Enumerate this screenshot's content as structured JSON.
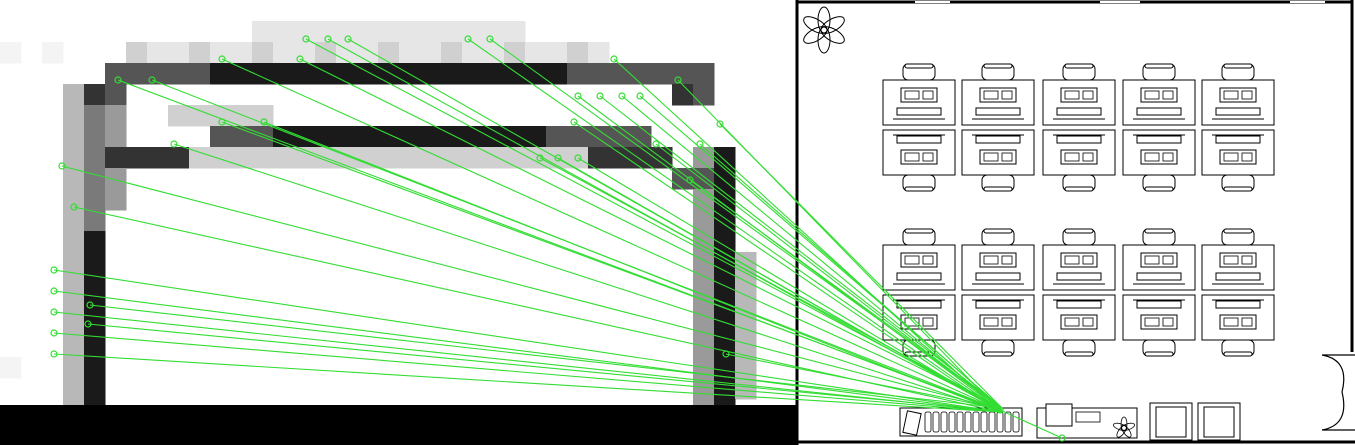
{
  "left_panel": {
    "description_name": "zoomed-pixelated-crop",
    "pixel_colors": [
      "#ffffff",
      "#f4f4f4",
      "#e6e6e6",
      "#d0d0d0",
      "#b8b8b8",
      "#9a9a9a",
      "#7a7a7a",
      "#555555",
      "#333333",
      "#1a1a1a"
    ]
  },
  "right_panel": {
    "floor_plan": {
      "desk_rows": 2,
      "desk_cols": 5,
      "pairs_per_cell": 2
    }
  },
  "match_lines": {
    "color": "#33dd33",
    "count": 36
  }
}
